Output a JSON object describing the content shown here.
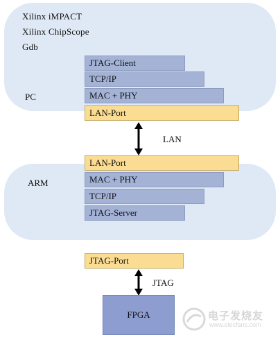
{
  "pc": {
    "tools": [
      "Xilinx  iMPACT",
      "Xilinx  ChipScope",
      "Gdb"
    ],
    "label": "PC",
    "layers": [
      "JTAG-Client",
      "TCP/IP",
      "MAC + PHY",
      "LAN-Port"
    ]
  },
  "lan_link": {
    "label": "LAN"
  },
  "arm": {
    "label": "ARM",
    "layers": [
      "LAN-Port",
      "MAC + PHY",
      "TCP/IP",
      "JTAG-Server"
    ]
  },
  "jtag_port": {
    "label": "JTAG-Port"
  },
  "jtag_link": {
    "label": "JTAG"
  },
  "fpga": {
    "label": "FPGA"
  },
  "watermark": {
    "text": "电子发烧友",
    "url": "www.elecfans.com"
  },
  "colors": {
    "region_bg": "#dfe9f5",
    "layer_fill": "#a4b2d6",
    "port_fill": "#fbdc93",
    "fpga_fill": "#8d9dd0"
  }
}
